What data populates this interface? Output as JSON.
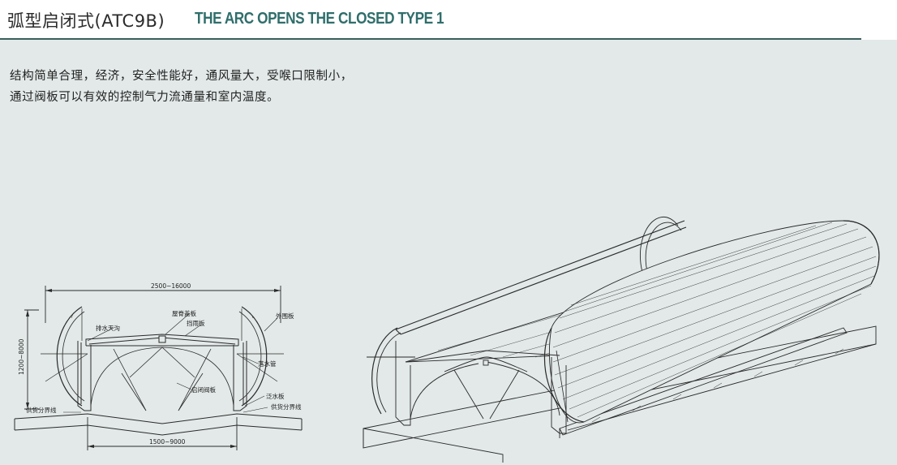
{
  "header": {
    "title_cn": "弧型启闭式(ATC9B)",
    "title_en": "THE ARC OPENS THE CLOSED TYPE 1"
  },
  "description": {
    "line1": "结构简单合理，经济，安全性能好，通风量大，受喉口限制小，",
    "line2": "通过阀板可以有效的控制气力流通量和室内温度。"
  },
  "diagram": {
    "dim_top": "2500~16000",
    "dim_bottom": "1500~9000",
    "dim_height": "1200~8000",
    "labels": {
      "drain_gutter": "排水天沟",
      "ridge_cover": "屋脊盖板",
      "rain_baffle": "挡雨板",
      "outer_panel": "外围板",
      "downpipe": "落水管",
      "valve_plate": "启闭阀板",
      "flashing": "泛水板",
      "supply_line_left": "供货分界线",
      "supply_line_right": "供货分界线"
    }
  },
  "colors": {
    "accent": "#2f6e6b",
    "rule": "#39605d",
    "panel": "#e2e9e8",
    "line": "#2a2a2a"
  }
}
